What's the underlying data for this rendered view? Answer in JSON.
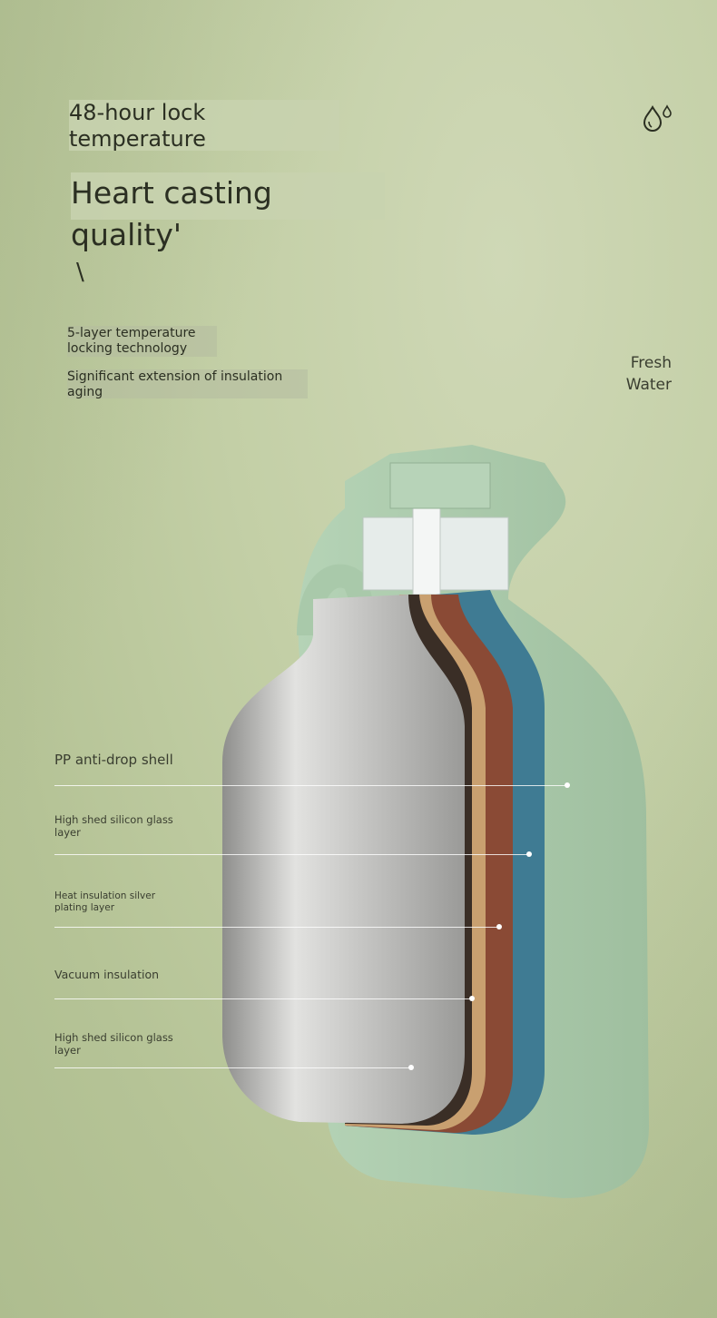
{
  "header": {
    "title": "48-hour lock\ntemperature",
    "subtitle": "Heart casting quality'",
    "slash": "\\"
  },
  "features": [
    "5-layer temperature\nlocking technology",
    "Significant extension of insulation\naging"
  ],
  "badge": {
    "icon": "water-drops-icon",
    "label": "Fresh\nWater"
  },
  "layers": [
    {
      "label": "PP anti-drop shell"
    },
    {
      "label": "High shed silicon glass\nlayer"
    },
    {
      "label": "Heat insulation silver\nplating layer"
    },
    {
      "label": "Vacuum insulation"
    },
    {
      "label": "High shed silicon glass\nlayer"
    }
  ],
  "colors": {
    "shell": "#a9c9aa",
    "blue": "#3f7b93",
    "brown": "#8a4a35",
    "gold": "#c9a070",
    "silver": "#c4c4c2"
  }
}
